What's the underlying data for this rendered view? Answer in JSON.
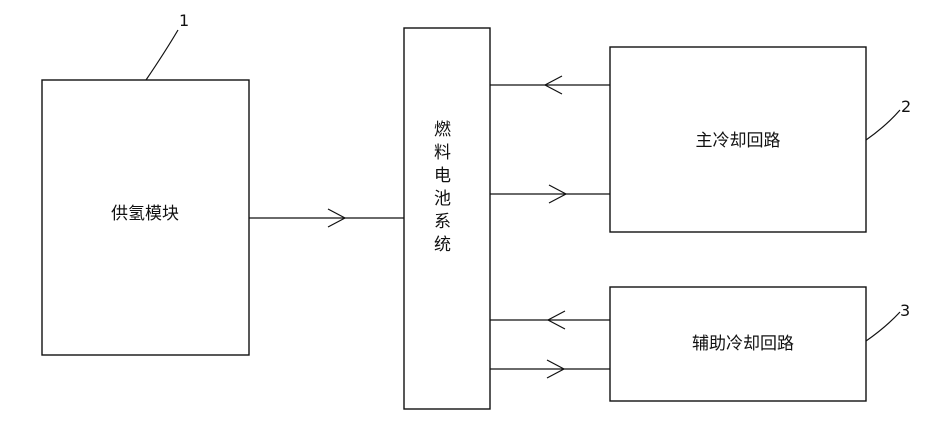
{
  "diagram": {
    "hydrogen_module": {
      "label": "供氢模块",
      "ref": "1"
    },
    "fuel_cell_system": {
      "label": "燃料电池系统"
    },
    "main_cooling_loop": {
      "label": "主冷却回路",
      "ref": "2"
    },
    "aux_cooling_loop": {
      "label": "辅助冷却回路",
      "ref": "3"
    }
  },
  "colors": {
    "stroke": "#111111",
    "background": "#ffffff"
  }
}
